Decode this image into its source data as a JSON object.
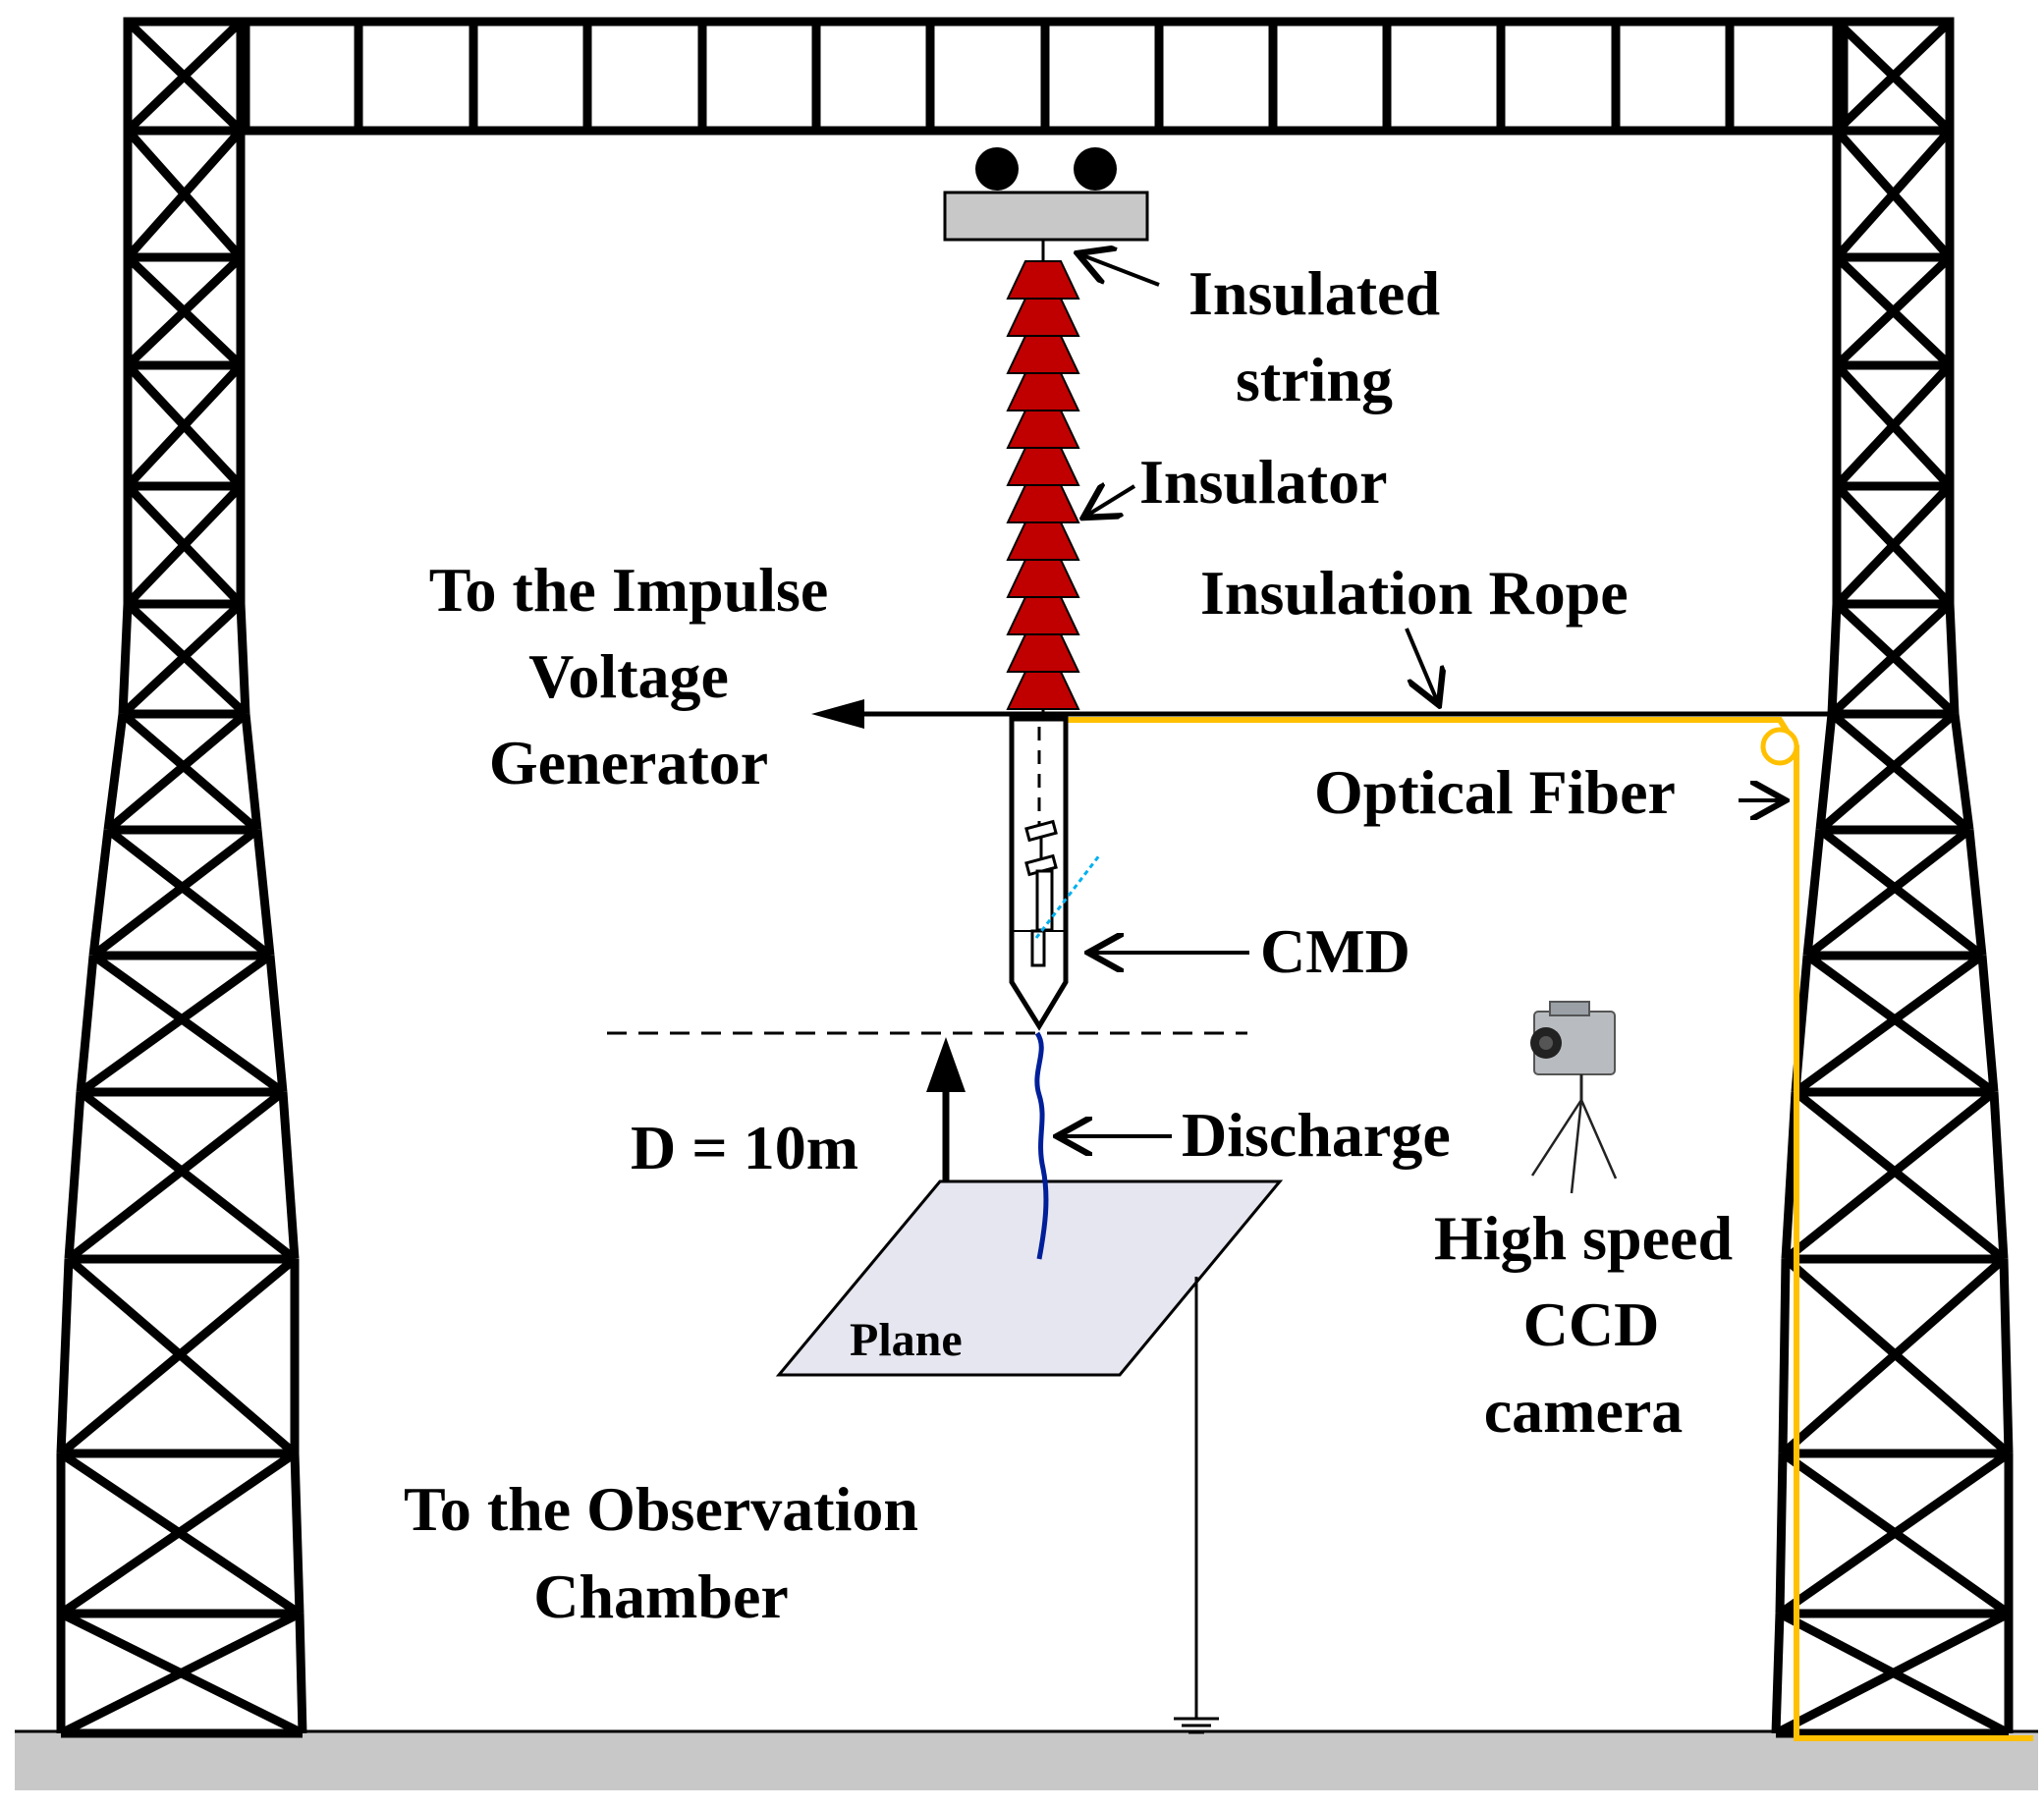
{
  "labels": {
    "insulated_string_line1": "Insulated",
    "insulated_string_line2": "string",
    "insulator": "Insulator",
    "impulse_line1": "To the Impulse",
    "impulse_line2": "Voltage",
    "impulse_line3": "Generator",
    "insulation_rope": "Insulation Rope",
    "optical_fiber": "Optical Fiber",
    "cmd": "CMD",
    "distance": "D = 10m",
    "discharge": "Discharge",
    "plane": "Plane",
    "camera_line1": "High speed",
    "camera_line2": "CCD",
    "camera_line3": "camera",
    "observation_line1": "To the Observation",
    "observation_line2": "Chamber"
  },
  "colors": {
    "insulator": "#c00000",
    "optical_fiber": "#ffc000",
    "discharge": "#001f99",
    "plane": "#e6e6f0",
    "ground": "#c8c8c8",
    "hanger": "#c8c8c8",
    "camera_body": "#b8bcc0",
    "signal_line": "#00b0f0"
  },
  "icons": {
    "camera": "ccd-camera-icon",
    "ground": "ground-symbol-icon"
  }
}
